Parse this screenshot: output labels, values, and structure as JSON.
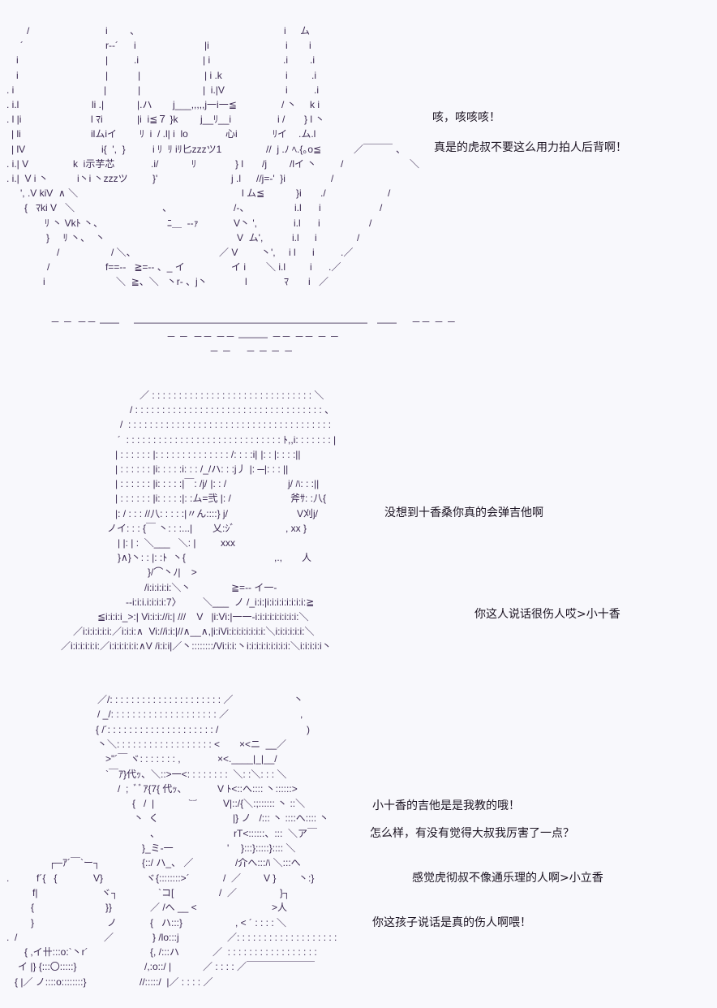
{
  "dialogues": [
    "咳，咳咳咳！",
    "真是的虎叔不要这么用力拍人后背啊！",
    "没想到十香桑你真的会弹吉他啊",
    "你这人说话很伤人哎>小十香",
    "小十香的吉他是是我教的哦！",
    "怎么样，有没有觉得大叔我厉害了一点？",
    "感觉虎彻叔不像通乐理的人啊>小立香",
    "你这孩子说话是真的伤人啊喂！"
  ],
  "art": {
    "top": [
      [
        "/",
        "i",
        "、",
        "i",
        "ム"
      ],
      [
        "´",
        "r--´",
        "i",
        "|i",
        "i",
        "i"
      ],
      [
        "i",
        "|",
        ".i",
        "| i",
        ".i",
        ".i"
      ],
      [
        "i",
        "|",
        "|",
        "| i .k",
        "i",
        ".i"
      ],
      [
        ". i",
        "|",
        "|",
        "|  i.|V",
        "i",
        ".i"
      ],
      [
        ". i.l",
        "li .|",
        "|.ハ",
        "j___,,,,,j一i一≦",
        "/ 丶",
        "k i"
      ],
      [
        ". l |i",
        "l ﾏi",
        "|i  i≦７ }k",
        "j__ﾘ__i",
        "i /",
        "} l 丶"
      ],
      [
        "| li",
        "ilムiイ",
        "ﾘ  i  / .l| i  lo",
        "心i",
        "ﾘイ",
        ".ム.l"
      ],
      [
        "| lV",
        "i{  ',  }",
        "i ﾘ  ﾘ iﾘ匕zzzツ1",
        "//  j .ﾉ ﾍ.{｡o≦",
        "／￣￣￣",
        "、"
      ],
      [
        ". i.| V",
        "k  i示芋芯",
        ".i/",
        "ﾘ",
        "} l",
        "/j",
        "/lイ 丶",
        "/",
        "＼"
      ],
      [
        ". i.|  V i 丶",
        "i丶i 丶zzzツ",
        "}'",
        "j .l",
        "//j=-'  }i",
        "/"
      ],
      [
        "', .V kiV  ∧ ＼",
        "l ム≦",
        "}i",
        "./",
        "/"
      ],
      [
        "{   ﾏki V   ＼",
        "、",
        "/-、",
        "i.l",
        "i",
        "/"
      ],
      [
        "ﾘ 丶 Vkﾄ 丶、",
        "ﾆ＿  --ｧ",
        "V丶 ',",
        "i.l",
        "i",
        "/"
      ],
      [
        "}     ﾘ 丶、  丶",
        "V  ム',",
        "i.l",
        "i",
        "/"
      ],
      [
        "/",
        "/ ＼、",
        "／ V",
        "丶',",
        "i l",
        "i",
        ".／"
      ],
      [
        "/",
        "f==--   ≧=-- 、_ イ",
        "イ i",
        "＼ i.l",
        "i",
        ".／"
      ],
      [
        "i",
        "＼  ≧、＼   丶r- 、j丶",
        "l",
        "ﾏ",
        "i",
        "／"
      ]
    ],
    "dashes": [
      [
        "－ －",
        "－－",
        "――",
        "――――――――――――――――――――――――",
        "――",
        "－－",
        "－ －"
      ],
      [
        "－ －",
        "－－",
        "－－",
        "―――",
        "－－",
        "－－",
        "－ －"
      ],
      [
        "－ －",
        "－ － －",
        "－"
      ]
    ],
    "middle": [
      [
        "／ : : : : : : : : : : : : : : : : : : : : : : : : : : : : : : ＼"
      ],
      [
        "/ : : : : : : : : : : : : : : : : : : : : : : : : : : : : : : : : : : : 、"
      ],
      [
        "/  : : : : : : : : : : : : : : : : : : : : : : : : : : : : : : : : : : : : : :"
      ],
      [
        "´  : : : : : : : : : : : : : : : : : : : : : : : : : : : : : ﾄ,,i: : : : : : : |"
      ],
      [
        "| : : : : : : |: : : : : : : : : : : : : : /: : : :i|",
        "|: : |: : : :||"
      ],
      [
        "| : : : : : : |i: : : : :i: : : /_/ハ: : :j丿",
        "|: ─|: : : ||"
      ],
      [
        "| : : : : : : |i: : : : :|￣: /j/",
        "|: : /",
        "j/ ﾊ: : :||"
      ],
      [
        "| : : : : : : |i: : : : :|: :ム=弐 |: /",
        "斧ｻ: :八{"
      ],
      [
        "|: / : : : //八: : : : :|〃ん::::} j/",
        "V刈j/"
      ],
      [
        "ノイ: : : {￣ 丶: : :...|",
        "乂:ｼﾞ",
        ", xx }"
      ],
      [
        "| |: | :  ＼___   ＼: |",
        "xxx"
      ],
      [
        "}∧}丶: : |: :ﾄ  丶{",
        ",.,",
        "人"
      ],
      [
        "}/⌒丶ﾉ|    >"
      ],
      [
        "/i:i:i:i:i:＼丶",
        "≧=-- イ一-"
      ],
      [
        "-‐i:i:i.i:i:i:i:7〉",
        "＼___  ノ /_i:i:|i:i:i:i:i:i:i:i:≧"
      ],
      [
        "≦i:i:i:i_>:| Vi:i:i://i:| ///    V   |i:Vi:|一一-i:i:i:i:i:i:i:i:i:＼"
      ],
      [
        "／i:i:i:i:i:i:／i:i:i:∧  Vi://i:i:|//∧__∧,|i:iVi:i:i:i:i:i:i:i:＼i:i:i:i:i:i:＼"
      ],
      [
        "／i:i:i:i:i:i:／i:i:i:i:i:i:∧V /i:i:i|／丶::::::::/Vi:i:i:丶i:i:i:i:i:i:i:i:i:＼i:i:i:i:i丶"
      ]
    ],
    "bottom": [
      [
        "／/: : : : : : : : : : : : : : : : : : : : : ／",
        "丶"
      ],
      [
        "/ _/: : : : : : : : : : : : : : : : : : : : ／",
        ","
      ],
      [
        "{ /´: : : : : : : : : : : : : : : : : : : : /",
        ")"
      ],
      [
        "丶＼: : : : : : : : : : : : : : : : : : <",
        "×<ニ  __／"
      ],
      [
        ">\"´￣ ヾ: : : : : : : ,",
        "×<.____|_|__/"
      ],
      [
        "`￣ｱ}代ｯ、＼::>一<: : : : : : : :  ＼: :＼: : : ＼"
      ],
      [
        "/  ;  ﾞﾞｱ{7{ 代ｯ、",
        "V ﾄ<::へ:::: 丶::::::>"
      ],
      [
        "{   /  |",
        "`¨´",
        "V|::/{＼:;:::::: 丶 ::＼"
      ],
      [
        "丶  く",
        "|} ノ   /::: 丶 ::::へ:::: 丶"
      ],
      [
        "、",
        "rT<::::::、:::  ＼ア￣"
      ],
      [
        "}_ミ-一",
        "'",
        "}:::}:::::}:::: ＼"
      ],
      [
        "┌─ｱ´￣`ー┐",
        "{::/ ハ_、 ／",
        "/介へ:::ﾊ ＼:::へ"
      ],
      [
        ".",
        "f´{   {",
        "V}",
        "ヾ{::::::::>´",
        "/  ／",
        "V }",
        "丶:}"
      ],
      [
        "f|",
        "ヾ┐",
        "`コ[",
        "/  ／",
        "}┐"
      ],
      [
        "{",
        "}}",
        "／ /へ __ <",
        ">人"
      ],
      [
        "}",
        "ノ",
        "{   ハ:::}",
        ", < ´ : : : : ＼"
      ],
      [
        ".  /",
        "／",
        "} /lo:::j",
        "／: : : : : : : : : : : : : : : : : : :"
      ],
      [
        "{ ,イ卄:::o:`丶r´",
        "{, /:::ハ",
        "／  : : : : : : : : : : : : : : : : :"
      ],
      [
        "イ |} {:::〇:::::}",
        "/,:o::/ |",
        "／ : : : : ／￣￣￣￣￣￣￣"
      ],
      [
        "{ |／ ノ::::o::::::::}",
        "//:::::/  |／ : : : : ／"
      ]
    ]
  }
}
